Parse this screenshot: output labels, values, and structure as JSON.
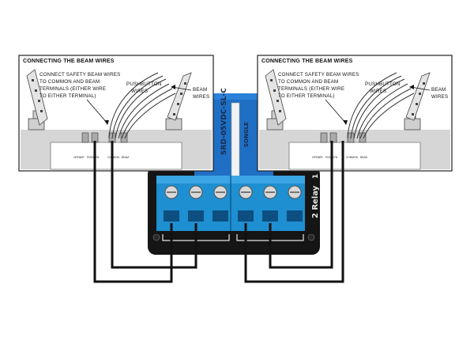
{
  "panels": [
    {
      "id": "left",
      "title": "CONNECTING THE BEAM WIRES",
      "callout_main": [
        "CONNECT SAFETY BEAM WIRES",
        "TO COMMON AND BEAM",
        "TERMINALS (EITHER WIRE",
        "TO EITHER TERMINAL)"
      ],
      "callout_push": [
        "PUSHBUTTON",
        "WIRES"
      ],
      "callout_beam": [
        "BEAM",
        "WIRES"
      ],
      "terminal_labels": [
        "OPENER",
        "PUSHBTN",
        "COMMON",
        "BEAM"
      ]
    },
    {
      "id": "right",
      "title": "CONNECTING THE BEAM WIRES",
      "callout_main": [
        "CONNECT SAFETY BEAM WIRES",
        "TO COMMON AND BEAM",
        "TERMINALS (EITHER WIRE",
        "TO EITHER TERMINAL)"
      ],
      "callout_push": [
        "PUSHBUTTON",
        "WIRES"
      ],
      "callout_beam": [
        "BEAM",
        "WIRES"
      ],
      "terminal_labels": [
        "OPENER",
        "PUSHBTN",
        "COMMON",
        "BEAM"
      ]
    }
  ],
  "relay_module": {
    "relay_text_lines": [
      "SRD-05VDC-SL-C",
      "SONGLE"
    ],
    "board_label": "2 Relay",
    "board_mark": "1"
  },
  "colors": {
    "terminal_blue": "#1e8fd0",
    "relay_blue": "#1f6fc4",
    "board_black": "#151515",
    "wire": "#111111",
    "opener_body": "#d6d6d6"
  }
}
